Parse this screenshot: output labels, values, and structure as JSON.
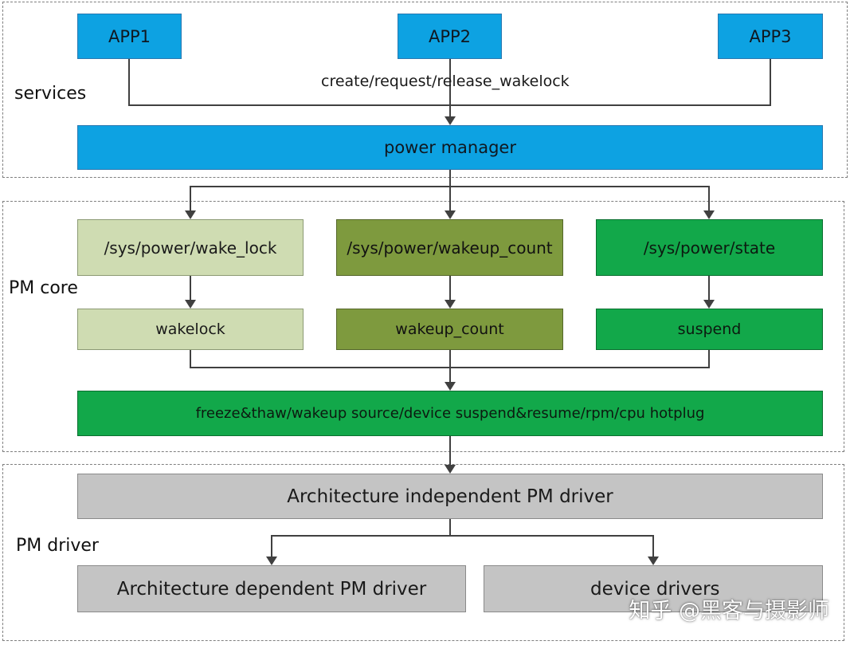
{
  "regions": {
    "services": "services",
    "pm_core": "PM core",
    "pm_driver": "PM driver"
  },
  "apps": [
    "APP1",
    "APP2",
    "APP3"
  ],
  "edge_label": "create/request/release_wakelock",
  "power_manager": "power manager",
  "sysfs": {
    "wake_lock": "/sys/power/wake_lock",
    "wakeup_count": "/sys/power/wakeup_count",
    "state": "/sys/power/state"
  },
  "core": {
    "wakelock": "wakelock",
    "wakeup_count": "wakeup_count",
    "suspend": "suspend",
    "framework": "freeze&thaw/wakeup source/device suspend&resume/rpm/cpu hotplug"
  },
  "drivers": {
    "arch_independent": "Architecture independent PM driver",
    "arch_dependent": "Architecture dependent PM driver",
    "device_drivers": "device drivers"
  },
  "watermark": "知乎 @黑客与摄影师",
  "colors": {
    "blue": "#0da2e2",
    "pale_green": "#cfdcb2",
    "olive": "#7e9a3e",
    "green": "#12a84a",
    "gray": "#c4c4c4"
  }
}
